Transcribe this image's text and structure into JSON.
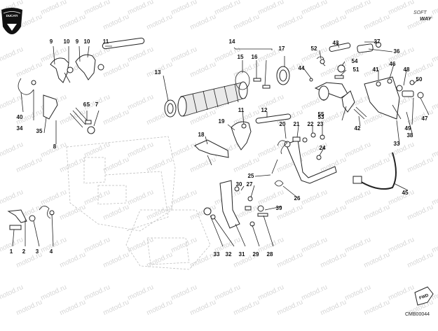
{
  "brand": {
    "logo_text": "DUCATI",
    "softway_line1": "SOFT",
    "softway_line2": "WAY"
  },
  "code": "CMB00044",
  "fwd": "FWD",
  "watermark": "motod.ru",
  "labels": [
    "1",
    "2",
    "3",
    "4",
    "5",
    "6",
    "7",
    "8",
    "9",
    "9",
    "10",
    "10",
    "11",
    "11",
    "12",
    "13",
    "14",
    "15",
    "16",
    "17",
    "18",
    "19",
    "20",
    "21",
    "22",
    "23",
    "24",
    "25",
    "26",
    "27",
    "28",
    "29",
    "30",
    "31",
    "32",
    "33",
    "33",
    "34",
    "35",
    "36",
    "37",
    "38",
    "39",
    "40",
    "41",
    "42",
    "43",
    "44",
    "45",
    "46",
    "47",
    "48",
    "49",
    "50",
    "51",
    "52",
    "53",
    "54",
    "55"
  ]
}
